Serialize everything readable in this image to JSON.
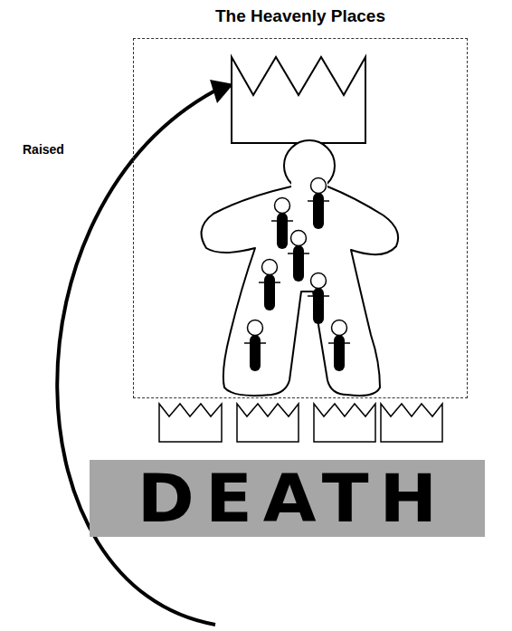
{
  "diagram": {
    "nodes": [
      {
        "text": [
          "The Heavenly Places"
        ]
      },
      {
        "text": [
          "DEATH"
        ]
      }
    ],
    "labels": [
      "Raised"
    ]
  }
}
